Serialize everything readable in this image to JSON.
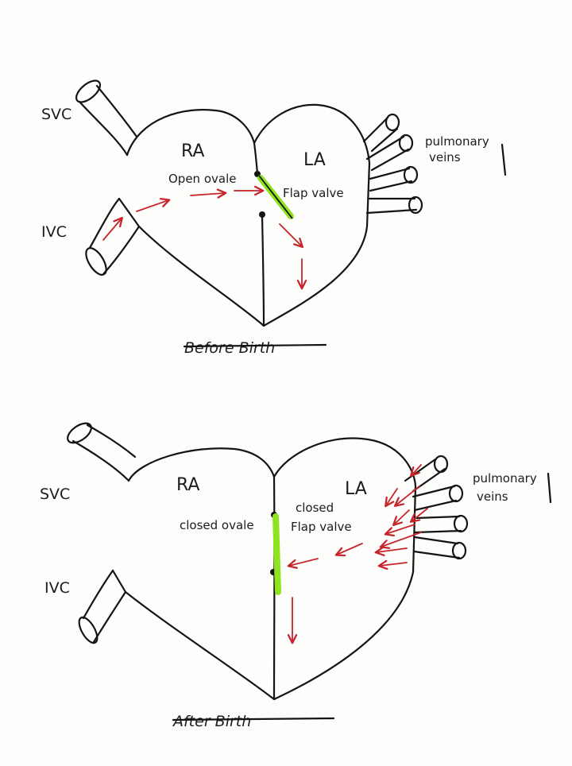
{
  "colors": {
    "ink": "#141414",
    "flow_arrow": "#c8242b",
    "valve_highlight": "#8fe31f",
    "paper": "#fdfdfb"
  },
  "before": {
    "svc": "SVC",
    "ivc": "IVC",
    "ra": "RA",
    "la": "LA",
    "foramen": "Open ovale",
    "valve": "Flap valve",
    "pulmonary_line1": "pulmonary",
    "pulmonary_line2": "veins",
    "title": "Before Birth"
  },
  "after": {
    "svc": "SVC",
    "ivc": "IVC",
    "ra": "RA",
    "la": "LA",
    "foramen": "closed ovale",
    "valve_line1": "closed",
    "valve_line2": "Flap valve",
    "pulmonary_line1": "pulmonary",
    "pulmonary_line2": "veins",
    "title": "After Birth"
  }
}
